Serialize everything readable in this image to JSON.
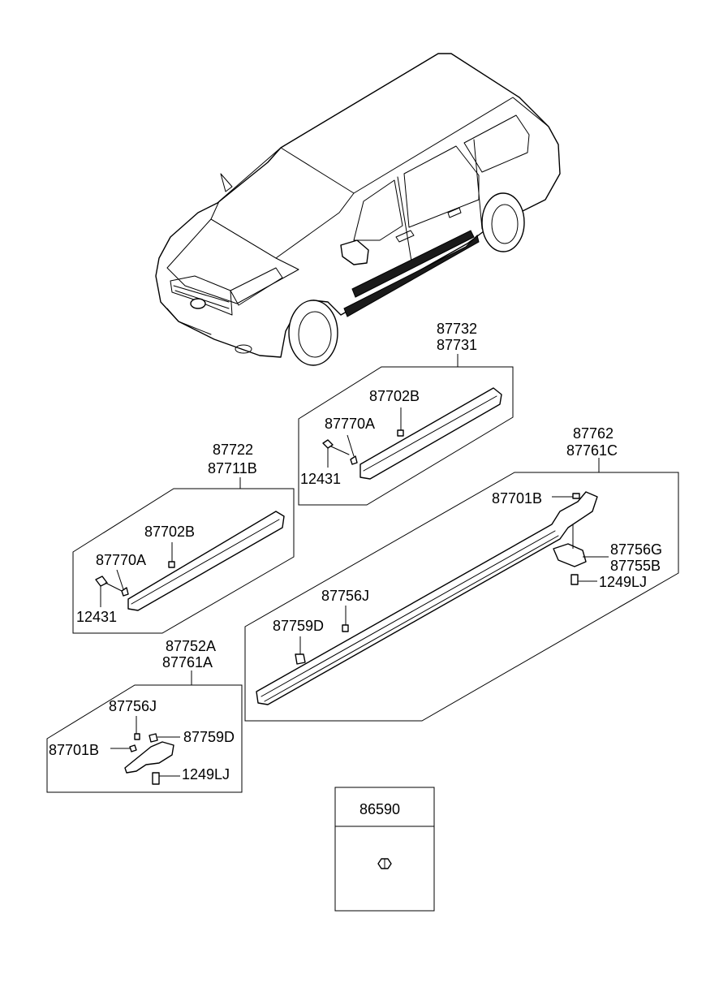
{
  "labels": {
    "upper_front": [
      "87732",
      "87731"
    ],
    "upper_front_clip": "87702B",
    "upper_front_pin": "87770A",
    "upper_front_screw": "12431",
    "front_door": [
      "87722",
      "87711B"
    ],
    "front_door_clip": "87702B",
    "front_door_pin": "87770A",
    "front_door_screw": "12431",
    "side_sill": [
      "87762",
      "87761C"
    ],
    "side_sill_screw_top": "87701B",
    "side_sill_bracket_a": "87756G",
    "side_sill_bracket_b": "87755B",
    "side_sill_bolt": "1249LJ",
    "side_sill_clip_j": "87756J",
    "side_sill_clip_d": "87759D",
    "front_end": [
      "87752A",
      "87761A"
    ],
    "front_end_clip_j": "87756J",
    "front_end_screw": "87701B",
    "front_end_clip_d": "87759D",
    "front_end_bolt": "1249LJ",
    "fastener_box": "86590"
  }
}
